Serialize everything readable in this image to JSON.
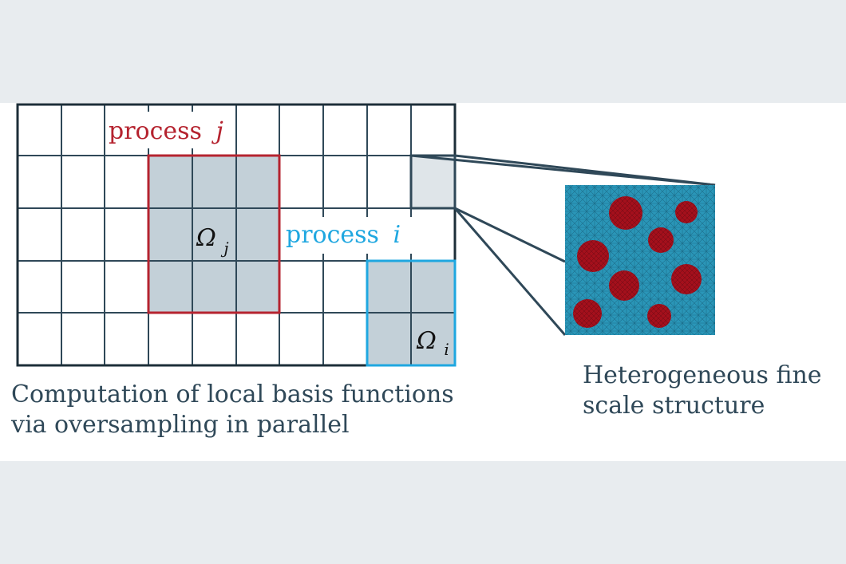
{
  "diagram": {
    "process_j_label": "process",
    "process_j_var": "j",
    "process_i_label": "process",
    "process_i_var": "i",
    "omega_j_symbol": "Ω",
    "omega_j_sub": "j",
    "omega_i_symbol": "Ω",
    "omega_i_sub": "i",
    "caption_left_line1": "Computation of local basis functions",
    "caption_left_line2": "via oversampling in parallel",
    "caption_right_line1": "Heterogeneous fine",
    "caption_right_line2": "scale structure"
  },
  "colors": {
    "grid": "#2f4858",
    "process_j": "#b5232f",
    "process_i": "#1fa7e0",
    "shaded_cell": "#c3d0d8",
    "mesh": "#2a96b8",
    "inclusion": "#a4101c",
    "zoom_lines": "#2f4858"
  }
}
